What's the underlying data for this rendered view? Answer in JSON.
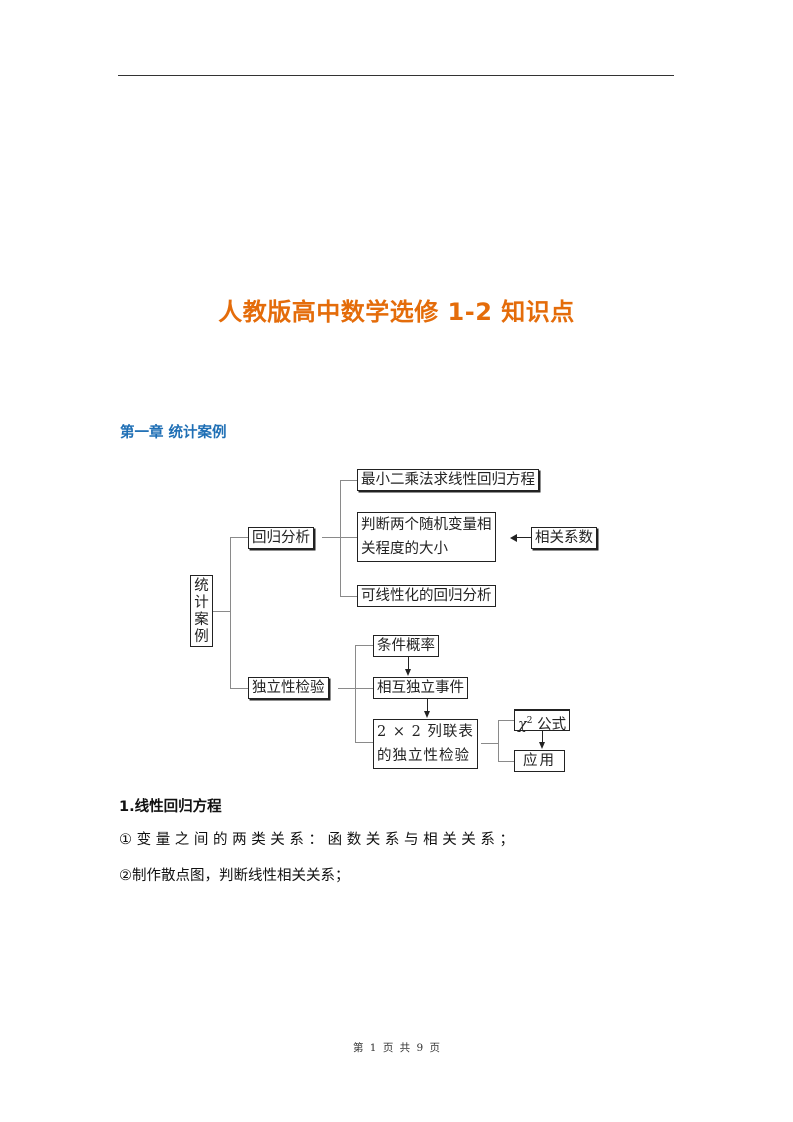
{
  "document": {
    "title": "人教版高中数学选修 1-2 知识点",
    "chapter_heading": "第一章  统计案例",
    "section_heading": "1.线性回归方程",
    "paragraphs": [
      "①变量之间的两类关系：函数关系与相关关系；",
      "②制作散点图，判断线性相关关系；"
    ],
    "footer": "第 1 页 共 9 页",
    "colors": {
      "title": "#e46c0a",
      "chapter": "#1f6fb5"
    }
  },
  "diagram": {
    "root": "统计案例",
    "branch_regression": {
      "label": "回归分析",
      "children": [
        "最小二乘法求线性回归方程",
        "判断两个随机变量相",
        "关程度的大小",
        "可线性化的回归分析"
      ],
      "side_node": "相关系数"
    },
    "branch_independence": {
      "label": "独立性检验",
      "children": [
        "条件概率",
        "相互独立事件",
        "2 × 2 列联表",
        "的独立性检验"
      ],
      "chi_symbol": "χ",
      "chi_sup": "2",
      "chi_label": "公式",
      "application": "应用"
    }
  }
}
